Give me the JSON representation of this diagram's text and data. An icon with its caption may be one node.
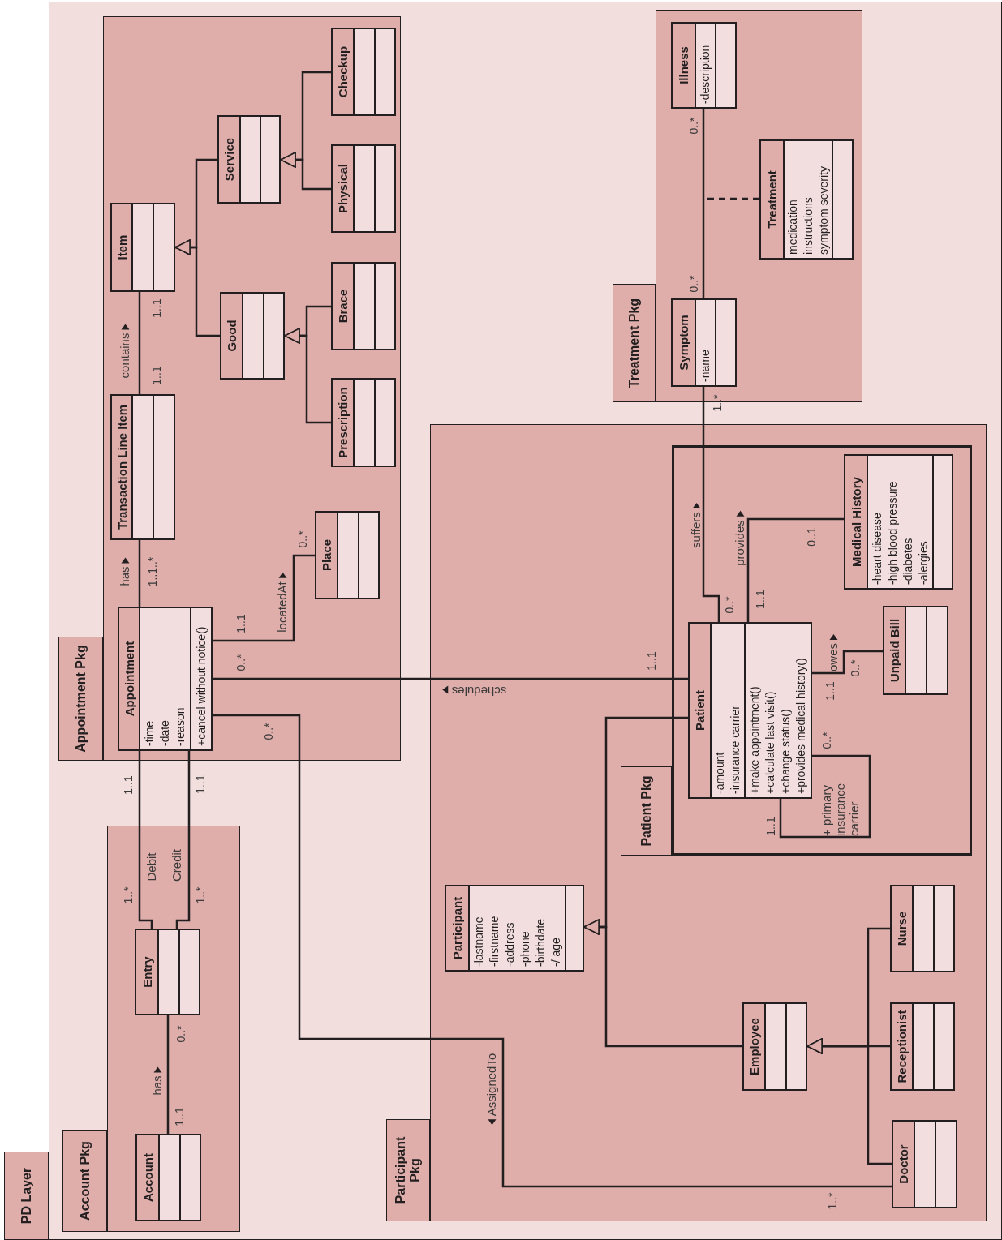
{
  "diagram": {
    "nodes": [
      {
        "text": [
          "PD Layer"
        ]
      },
      {
        "text": [
          "Appointment Pkg"
        ],
        "in": 0
      },
      {
        "text": [
          "Appointment",
          "-time",
          "-date",
          "-reason",
          "+cancel without notice()"
        ],
        "in": 1
      },
      {
        "text": [
          "Transaction Line Item"
        ],
        "in": 1
      },
      {
        "text": [
          "Item"
        ],
        "in": 1
      },
      {
        "text": [
          "Good"
        ],
        "in": 1
      },
      {
        "text": [
          "Service"
        ],
        "in": 1
      },
      {
        "text": [
          "Prescription"
        ],
        "in": 1
      },
      {
        "text": [
          "Brace"
        ],
        "in": 1
      },
      {
        "text": [
          "Physical"
        ],
        "in": 1
      },
      {
        "text": [
          "Checkup"
        ],
        "in": 1
      },
      {
        "text": [
          "Place"
        ],
        "in": 1
      },
      {
        "text": [
          "Account Pkg"
        ],
        "in": 0
      },
      {
        "text": [
          "Account"
        ],
        "in": 12
      },
      {
        "text": [
          "Entry"
        ],
        "in": 12
      },
      {
        "text": [
          "Treatment Pkg"
        ],
        "in": 0
      },
      {
        "text": [
          "Symptom",
          "-name"
        ],
        "in": 15
      },
      {
        "text": [
          "Illness",
          "-description"
        ],
        "in": 15
      },
      {
        "text": [
          "Treatment",
          "medication",
          "instructions",
          "symptom severity"
        ],
        "in": 15
      },
      {
        "text": [
          "Participant Pkg"
        ],
        "in": 0
      },
      {
        "text": [
          "Participant",
          "-lastname",
          "-firstname",
          "-address",
          "-phone",
          "-birthdate",
          "-/ age"
        ],
        "in": 19
      },
      {
        "text": [
          "Employee"
        ],
        "in": 19
      },
      {
        "text": [
          "Doctor"
        ],
        "in": 19
      },
      {
        "text": [
          "Receptionist"
        ],
        "in": 19
      },
      {
        "text": [
          "Nurse"
        ],
        "in": 19
      },
      {
        "text": [
          "Patient Pkg"
        ],
        "in": 19
      },
      {
        "text": [
          "Patient",
          "-amount",
          "-insurance carrier",
          "+make appointment()",
          "+calculate last visit()",
          "+change status()",
          "+provides medical history()"
        ],
        "in": 25
      },
      {
        "text": [
          "Medical History",
          "-heart disease",
          "-high blood pressure",
          "-diabetes",
          "-alergies"
        ],
        "in": 25
      },
      {
        "text": [
          "Unpaid Bill"
        ],
        "in": 25
      }
    ],
    "edges": [
      {
        "from": 2,
        "to": 3,
        "arrow": "none",
        "label": "has"
      },
      {
        "from": 3,
        "to": 4,
        "arrow": "none",
        "label": "contains"
      },
      {
        "from": 5,
        "to": 4,
        "arrow": "to"
      },
      {
        "from": 6,
        "to": 4,
        "arrow": "to"
      },
      {
        "from": 7,
        "to": 5,
        "arrow": "to"
      },
      {
        "from": 8,
        "to": 5,
        "arrow": "to"
      },
      {
        "from": 9,
        "to": 6,
        "arrow": "to"
      },
      {
        "from": 10,
        "to": 6,
        "arrow": "to"
      },
      {
        "from": 2,
        "to": 11,
        "arrow": "none",
        "label": "locatedAt"
      },
      {
        "from": 26,
        "to": 2,
        "arrow": "none",
        "label": "schedules"
      },
      {
        "from": 2,
        "to": 22,
        "arrow": "none",
        "label": "AssignedTo"
      },
      {
        "from": 2,
        "to": 14,
        "arrow": "none",
        "label": "Debit"
      },
      {
        "from": 2,
        "to": 14,
        "arrow": "none",
        "label": "Credit"
      },
      {
        "from": 13,
        "to": 14,
        "arrow": "none",
        "label": "has"
      },
      {
        "from": 16,
        "to": 17,
        "arrow": "none"
      },
      {
        "from": 18,
        "to": null,
        "arrow": "none",
        "style": "dashed"
      },
      {
        "from": 26,
        "to": 16,
        "arrow": "none",
        "label": "suffers"
      },
      {
        "from": 26,
        "to": 27,
        "arrow": "none",
        "label": "provides"
      },
      {
        "from": 26,
        "to": 28,
        "arrow": "none",
        "label": "owes"
      },
      {
        "from": 26,
        "to": 26,
        "arrow": "none",
        "label": "+ primary insurance carrier"
      },
      {
        "from": 26,
        "to": 20,
        "arrow": "to"
      },
      {
        "from": 21,
        "to": 20,
        "arrow": "to"
      },
      {
        "from": 22,
        "to": 21,
        "arrow": "to"
      },
      {
        "from": 23,
        "to": 21,
        "arrow": "to"
      },
      {
        "from": 24,
        "to": 21,
        "arrow": "to"
      }
    ],
    "labels": [
      "1..1..*",
      "1..1",
      "1..1",
      "1..1",
      "0..*",
      "0..*",
      "0..*",
      "1..1",
      "1..1",
      "1..*",
      "1..*",
      "0..*",
      "1..1",
      "0..*",
      "0..*",
      "1..*",
      "0..*",
      "1..1",
      "0..1",
      "1..1",
      "1..1",
      "0..*",
      "0..*",
      "1..1",
      "1..*"
    ]
  }
}
